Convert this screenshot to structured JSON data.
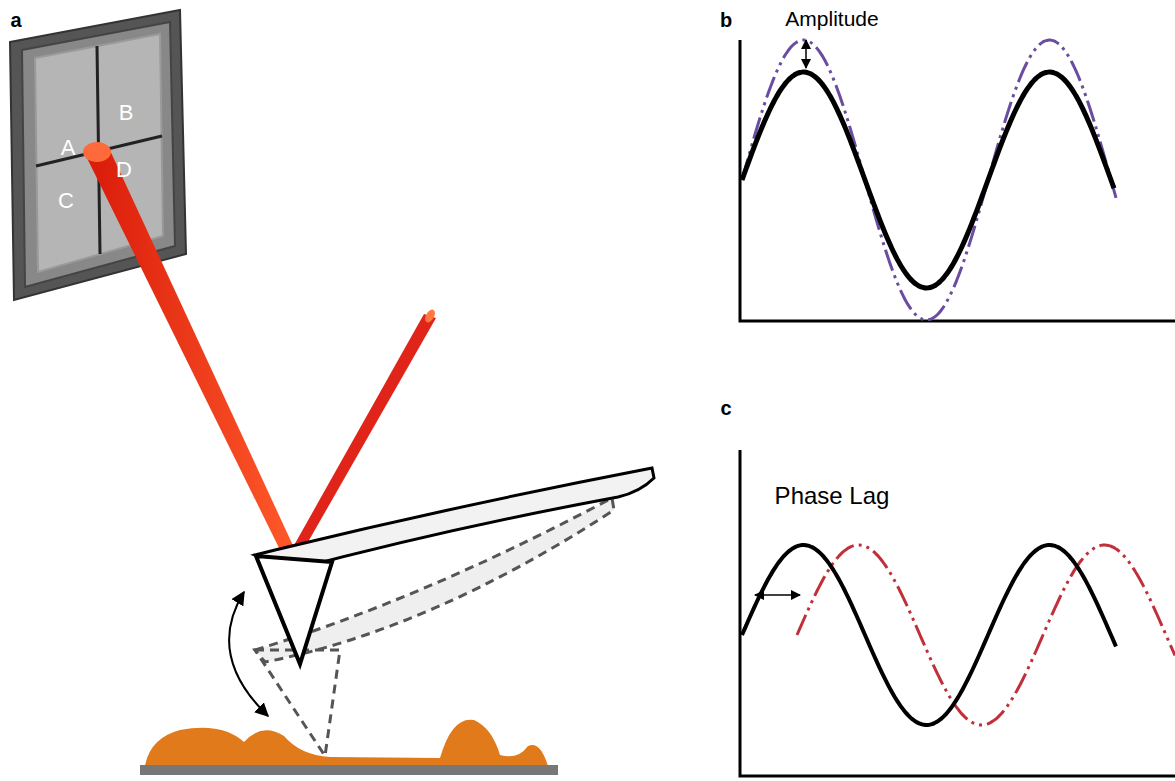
{
  "diagram": {
    "labels": [
      "a",
      "A",
      "B",
      "C",
      "D",
      "b",
      "Amplitude",
      "c",
      "Phase Lag"
    ]
  }
}
